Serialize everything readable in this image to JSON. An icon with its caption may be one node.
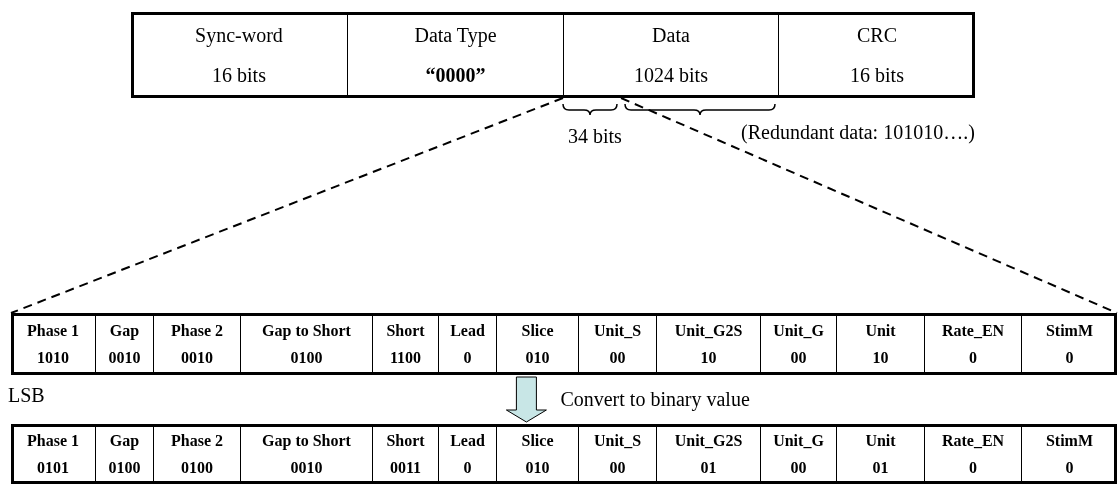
{
  "diagram": {
    "nodes": [
      {
        "text": [
          "Sync-word",
          "16 bits"
        ]
      },
      {
        "text": [
          "Data Type",
          "“0000”"
        ]
      },
      {
        "text": [
          "Data",
          "1024 bits"
        ]
      },
      {
        "text": [
          "CRC",
          "16 bits"
        ]
      },
      {
        "text": [],
        "shape": "bar"
      },
      {
        "text": [
          "Phase 1",
          "1010"
        ],
        "in": 4
      },
      {
        "text": [
          "Gap",
          "0010"
        ],
        "in": 4
      },
      {
        "text": [
          "Phase 2",
          "0010"
        ],
        "in": 4
      },
      {
        "text": [
          "Gap to Short",
          "0100"
        ],
        "in": 4
      },
      {
        "text": [
          "Short",
          "1100"
        ],
        "in": 4
      },
      {
        "text": [
          "Lead",
          "0"
        ],
        "in": 4
      },
      {
        "text": [
          "Slice",
          "010"
        ],
        "in": 4
      },
      {
        "text": [
          "Unit_S",
          "00"
        ],
        "in": 4
      },
      {
        "text": [
          "Unit_G2S",
          "10"
        ],
        "in": 4
      },
      {
        "text": [
          "Unit_G",
          "00"
        ],
        "in": 4
      },
      {
        "text": [
          "Unit",
          "10"
        ],
        "in": 4
      },
      {
        "text": [
          "Rate_EN",
          "0"
        ],
        "in": 4
      },
      {
        "text": [
          "StimM",
          "0"
        ],
        "in": 4
      },
      {
        "text": [],
        "shape": "bar"
      },
      {
        "text": [
          "Phase 1",
          "0101"
        ],
        "in": 18
      },
      {
        "text": [
          "Gap",
          "0100"
        ],
        "in": 18
      },
      {
        "text": [
          "Phase 2",
          "0100"
        ],
        "in": 18
      },
      {
        "text": [
          "Gap to Short",
          "0010"
        ],
        "in": 18
      },
      {
        "text": [
          "Short",
          "0011"
        ],
        "in": 18
      },
      {
        "text": [
          "Lead",
          "0"
        ],
        "in": 18
      },
      {
        "text": [
          "Slice",
          "010"
        ],
        "in": 18
      },
      {
        "text": [
          "Unit_S",
          "00"
        ],
        "in": 18
      },
      {
        "text": [
          "Unit_G2S",
          "01"
        ],
        "in": 18
      },
      {
        "text": [
          "Unit_G",
          "00"
        ],
        "in": 18
      },
      {
        "text": [
          "Unit",
          "01"
        ],
        "in": 18
      },
      {
        "text": [
          "Rate_EN",
          "0"
        ],
        "in": 18
      },
      {
        "text": [
          "StimM",
          "0"
        ],
        "in": 18
      }
    ],
    "edges": [
      {
        "from": 2,
        "to": 4,
        "arrow": "none",
        "style": "dashed"
      },
      {
        "from": 2,
        "to": 4,
        "arrow": "none",
        "style": "dashed"
      },
      {
        "from": 4,
        "to": 18,
        "arrow": "to",
        "style": "thick",
        "color": "#c8e6e6",
        "label": "Convert to binary value"
      }
    ],
    "labels": [
      "34 bits",
      "(Redundant data: 101010….)",
      "LSB"
    ]
  }
}
